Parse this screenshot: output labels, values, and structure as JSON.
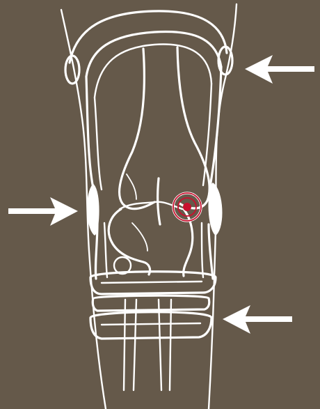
{
  "diagram": {
    "subject": "knee-brace",
    "colors": {
      "background": "#65594a",
      "line": "#ffffff",
      "pain_point": "#c8102e"
    },
    "arrows": [
      {
        "id": "upper-right",
        "icon": "arrow-left-icon"
      },
      {
        "id": "middle-left",
        "icon": "arrow-right-icon"
      },
      {
        "id": "lower-right",
        "icon": "arrow-left-icon"
      }
    ],
    "pain_marker": {
      "icon": "target-icon"
    }
  }
}
